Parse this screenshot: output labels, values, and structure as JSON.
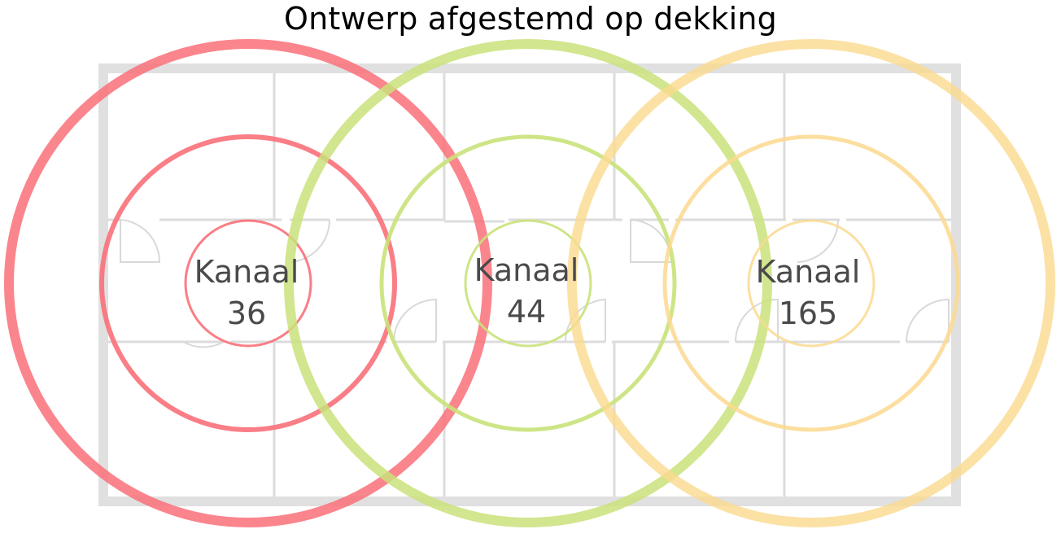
{
  "title": "Ontwerp afgestemd op dekking",
  "colors": {
    "red": "#fa7079",
    "green": "#c9e27a",
    "yellow": "#fbd98f",
    "wall": "#dcdcdc",
    "label": "#4a4a4a"
  },
  "access_points": [
    {
      "id": "ap-36",
      "line1": "Kanaal",
      "line2": "36",
      "color": "#fa7079"
    },
    {
      "id": "ap-44",
      "line1": "Kanaal",
      "line2": "44",
      "color": "#c9e27a"
    },
    {
      "id": "ap-165",
      "line1": "Kanaal",
      "line2": "165",
      "color": "#fbd98f"
    }
  ]
}
